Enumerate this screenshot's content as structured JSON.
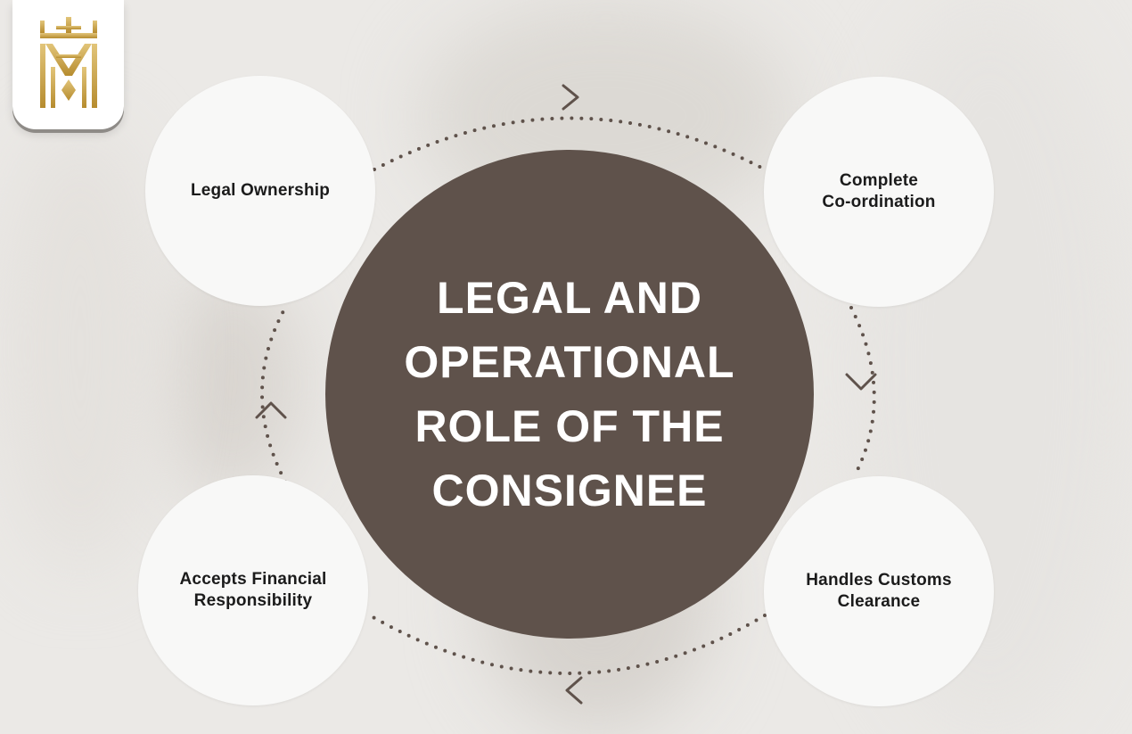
{
  "diagram": {
    "center_title": "LEGAL AND\nOPERATIONAL\nROLE OF THE\nCONSIGNEE",
    "nodes": [
      {
        "label": "Legal Ownership"
      },
      {
        "label": "Complete\nCo-ordination"
      },
      {
        "label": "Handles Customs\nClearance"
      },
      {
        "label": "Accepts Financial\nResponsibility"
      }
    ],
    "flow_direction": "clockwise"
  },
  "colors": {
    "center_fill": "#5f524b",
    "node_fill": "#f8f8f7",
    "connector": "#5f524b",
    "logo_gold": "#c9a54b"
  },
  "logo": {
    "icon": "crown-monogram-logo-icon"
  }
}
